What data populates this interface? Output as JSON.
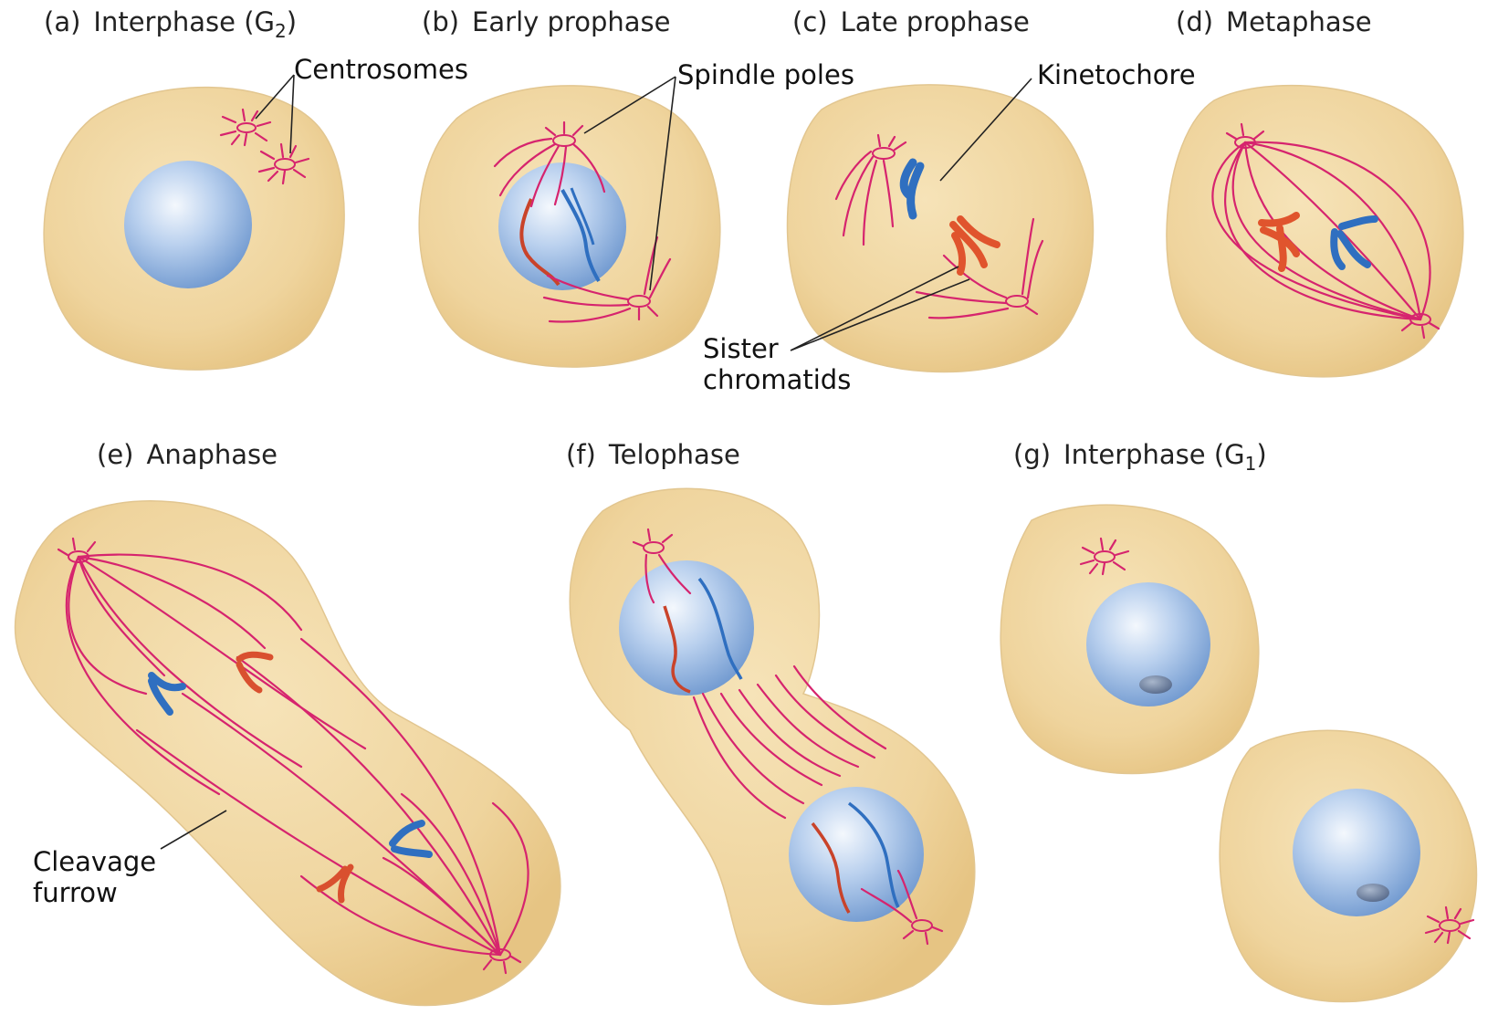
{
  "panels": {
    "a": {
      "letter": "(a)",
      "title_main": "Interphase (G",
      "title_sub": "2",
      "title_end": ")"
    },
    "b": {
      "letter": "(b)",
      "title": "Early prophase"
    },
    "c": {
      "letter": "(c)",
      "title": "Late prophase"
    },
    "d": {
      "letter": "(d)",
      "title": "Metaphase"
    },
    "e": {
      "letter": "(e)",
      "title": "Anaphase"
    },
    "f": {
      "letter": "(f)",
      "title": "Telophase"
    },
    "g": {
      "letter": "(g)",
      "title_main": "Interphase (G",
      "title_sub": "1",
      "title_end": ")"
    }
  },
  "labels": {
    "centrosomes": "Centrosomes",
    "spindle_poles": "Spindle poles",
    "kinetochore": "Kinetochore",
    "sister_line1": "Sister",
    "sister_line2": "chromatids",
    "cleavage_line1": "Cleavage",
    "cleavage_line2": "furrow"
  },
  "colors": {
    "cytoplasm": "#efd7a3",
    "nucleus": "#8fb4e0",
    "microtubule": "#d6246e",
    "chromosome_blue": "#2f6fc0",
    "chromosome_red": "#d9502f"
  }
}
